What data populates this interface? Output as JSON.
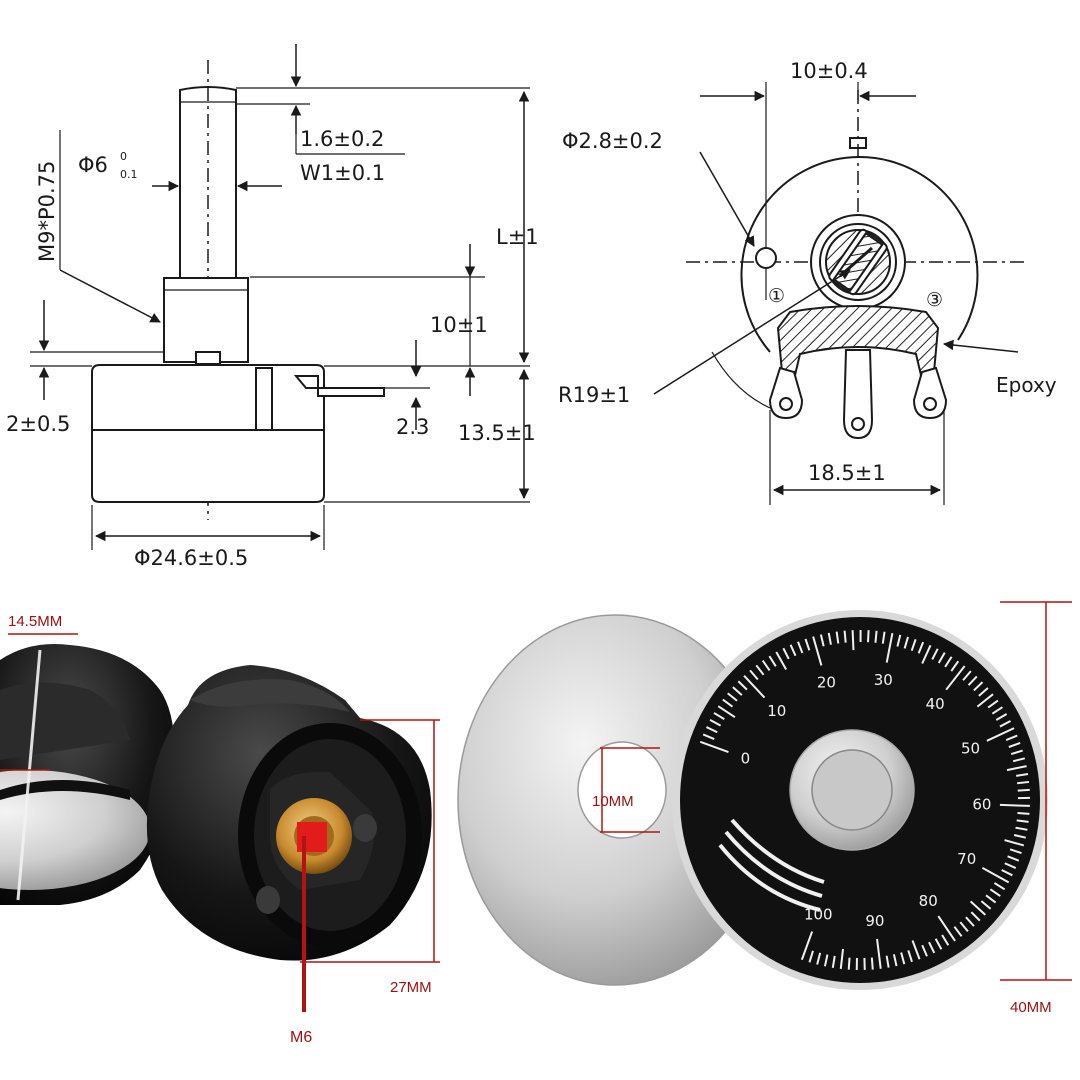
{
  "side_view": {
    "shaft_dia": "Φ6",
    "shaft_tol_top": "0",
    "shaft_tol_bottom": "0.1",
    "flat_depth": "1.6±0.2",
    "flat_width": "W1±0.1",
    "thread": "M9*P0.75",
    "length": "L±1",
    "bushing_len": "10±1",
    "body_gap": "2±0.5",
    "terminal_h": "2.3",
    "body_height": "13.5±1",
    "body_dia": "Φ24.6±0.5"
  },
  "front_view": {
    "pin_offset": "10±0.4",
    "pin_dia": "Φ2.8±0.2",
    "radius": "R19±1",
    "terminal_span": "18.5±1",
    "material": "Epoxy",
    "terminal_1": "①",
    "terminal_3": "③"
  },
  "knob_photo": {
    "top_dim": "14.5MM",
    "height_dim": "27MM",
    "thread_dim": "M6"
  },
  "dial_photo": {
    "hole_dim": "10MM",
    "outer_dim": "40MM",
    "scale_labels": [
      "0",
      "10",
      "20",
      "30",
      "40",
      "50",
      "60",
      "70",
      "80",
      "90",
      "100"
    ]
  },
  "colors": {
    "line": "#1a1a1a",
    "red_dim": "#b01414",
    "dial_black": "#111111",
    "silver": "#c9c9c9",
    "brass": "#c88a2e"
  }
}
